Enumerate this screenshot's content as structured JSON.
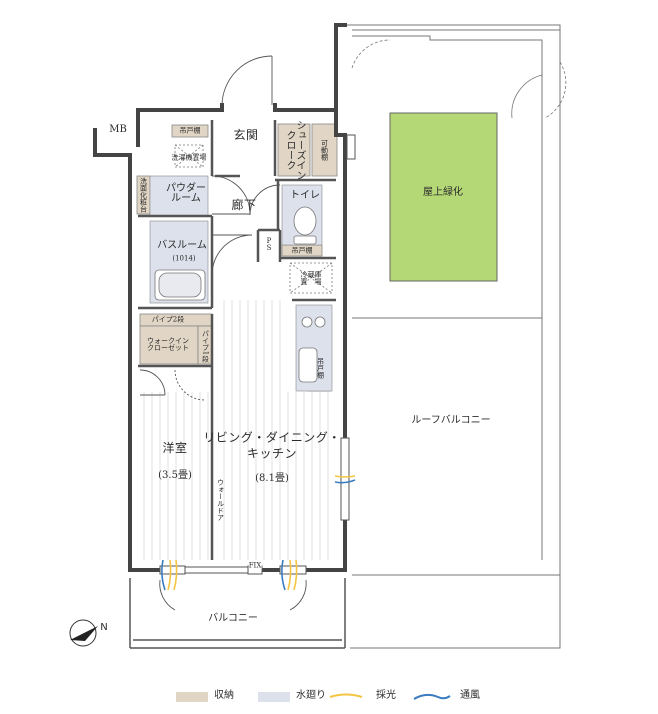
{
  "rooms": {
    "mb": "MB",
    "genkan": "玄関",
    "shoes_in_closet": "シューズイン\nクローク",
    "kadodana_shoes": "可動棚",
    "tsuritodana_top": "吊戸棚",
    "washer_space": "洗濯機置場",
    "senmen_kesho": "洗面化粧台",
    "powder_room": "パウダー\nルーム",
    "rouka": "廊下",
    "toilet": "トイレ",
    "tsuritodana_toilet": "吊戸棚",
    "ps": "P\nS",
    "bathroom": "バスルーム",
    "bath_size": "(1014)",
    "fridge_space": "冷蔵庫\n置　場",
    "pipe_shelf": "パイプ2段",
    "pipe_side": "パイプ1段",
    "wic": "ウォークイン\nクローゼット",
    "yoshitsu": "洋室",
    "yoshitsu_size": "(3.5畳)",
    "wall_door": "ウォールドア",
    "ldk": "リビング・ダイニング・\nキッチン",
    "ldk_size": "(8.1畳)",
    "tsuritodana_kitchen": "吊戸棚",
    "fix": "FIX",
    "balcony": "バルコニー",
    "roof_green": "屋上緑化",
    "roof_balcony": "ルーフバルコニー"
  },
  "compass": {
    "label": "N"
  },
  "legend": {
    "storage": "収納",
    "water": "水廻り",
    "light": "採光",
    "wind": "通風"
  },
  "colors": {
    "storage": "#e1d6c5",
    "water": "#dde1ec",
    "green": "#b5d877",
    "light": "#f4c542",
    "wind": "#3a7cc0",
    "wall": "#444444"
  }
}
